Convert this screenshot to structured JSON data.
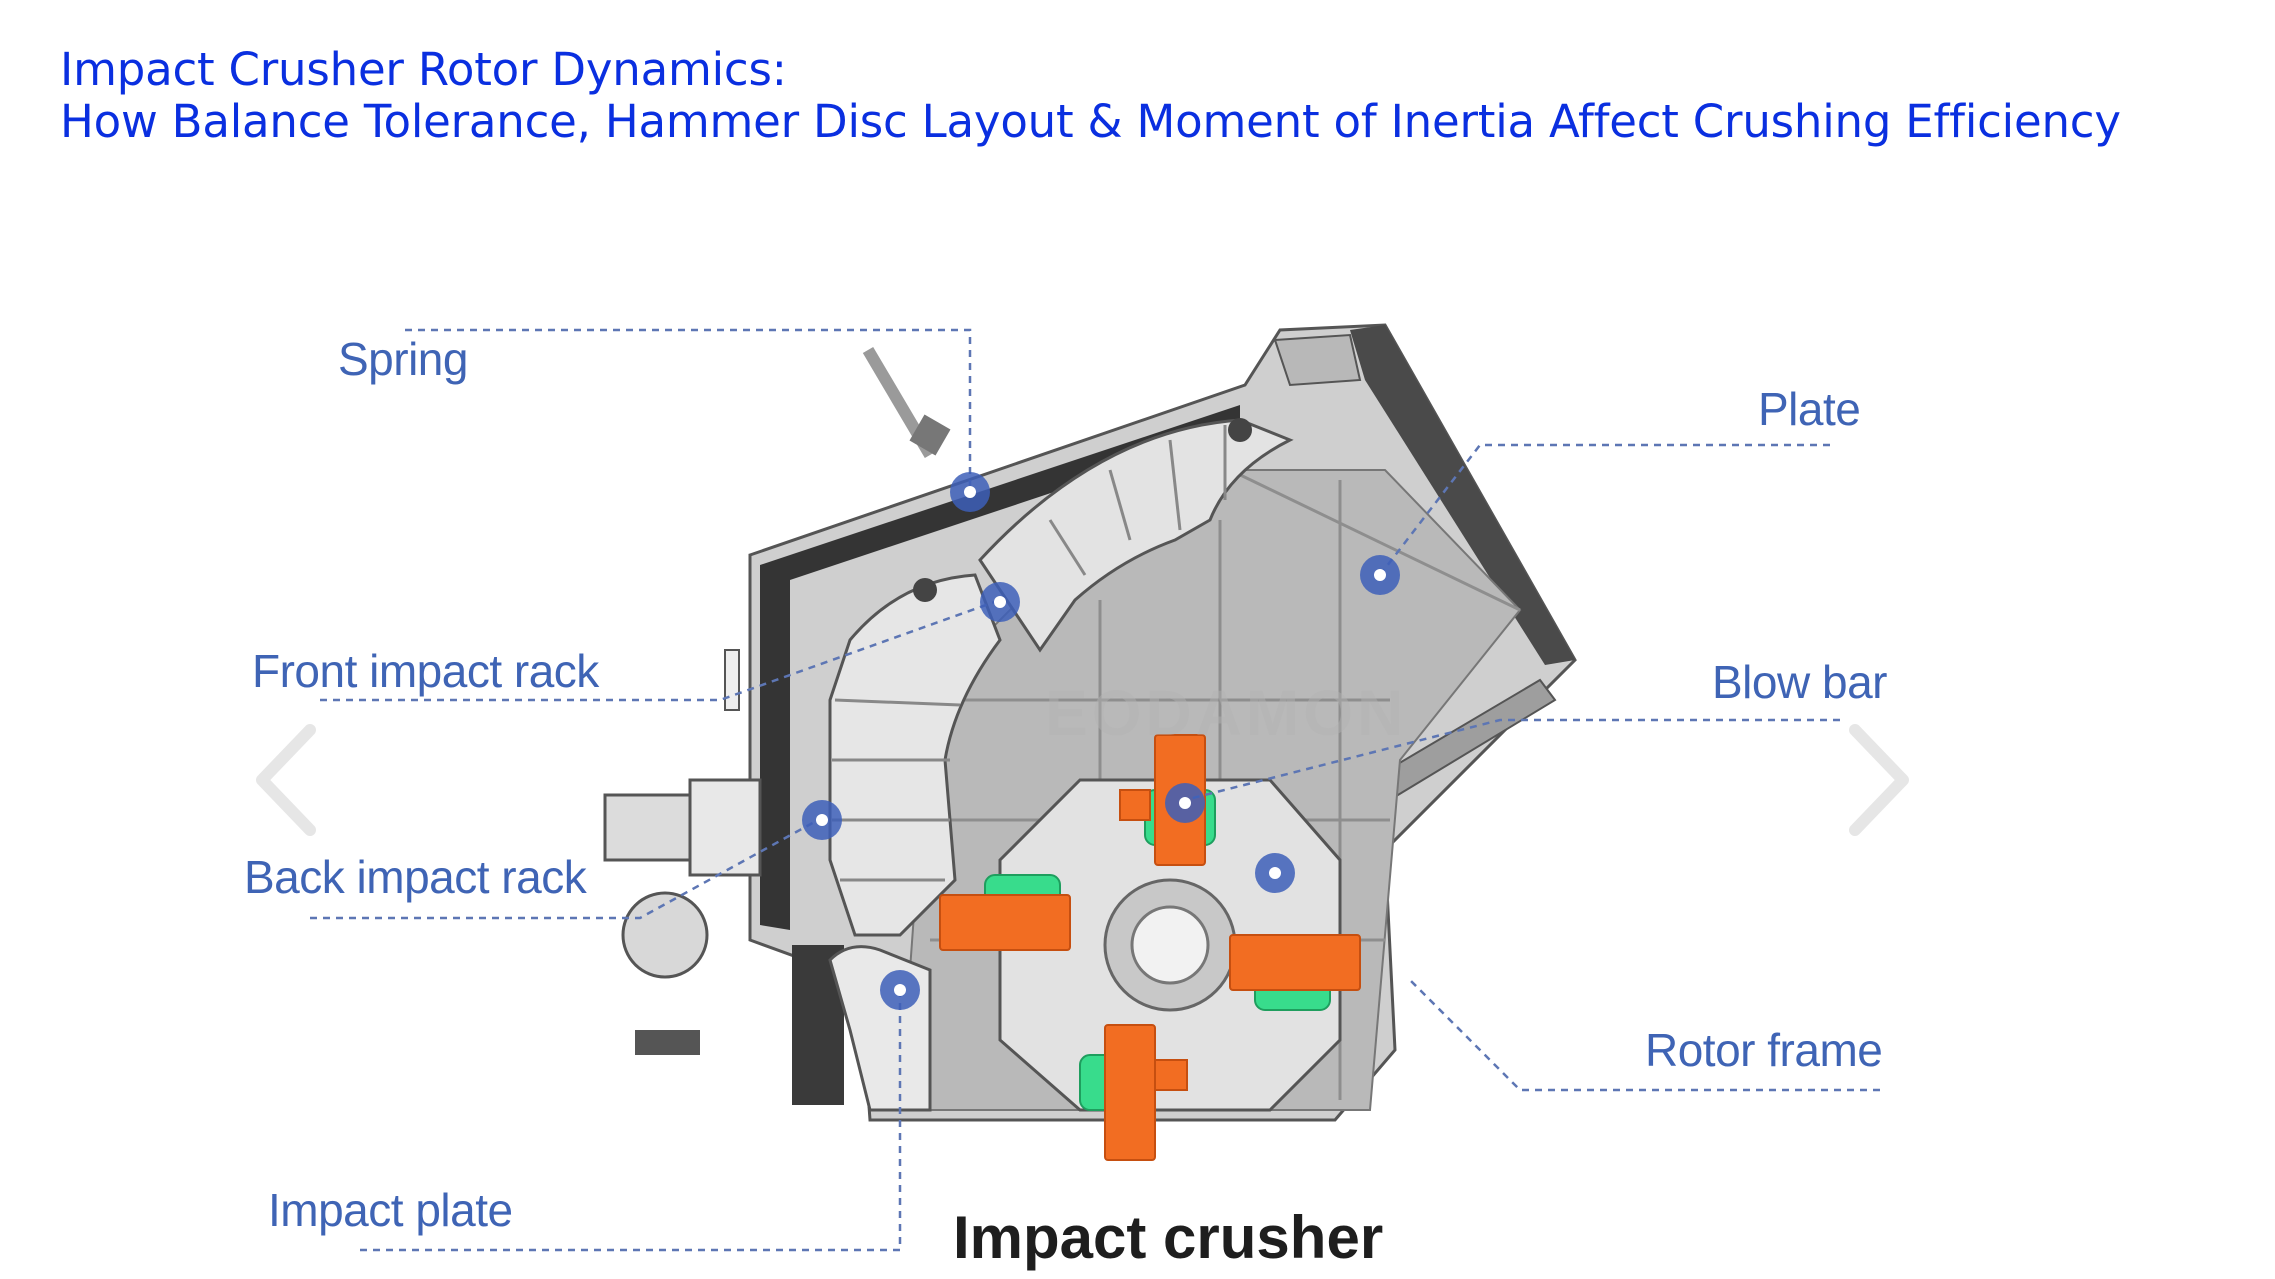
{
  "header": {
    "title_line1": "Impact Crusher Rotor Dynamics:",
    "title_line2": "How Balance Tolerance, Hammer Disc Layout & Moment of Inertia Affect Crushing Efficiency"
  },
  "labels": {
    "spring": "Spring",
    "front_impact_rack": "Front impact rack",
    "back_impact_rack": "Back impact rack",
    "impact_plate": "Impact plate",
    "plate": "Plate",
    "blow_bar": "Blow bar",
    "rotor_frame": "Rotor frame"
  },
  "caption": "Impact crusher",
  "watermark": "EODAMON",
  "icons": [
    "prev-arrow-icon",
    "next-arrow-icon"
  ],
  "colors": {
    "title": "#0a2fe0",
    "label": "#3f64b5",
    "blow_bar": "#f26d22",
    "hammer_clamp": "#38dc8c",
    "marker": "#3d5fb8"
  }
}
